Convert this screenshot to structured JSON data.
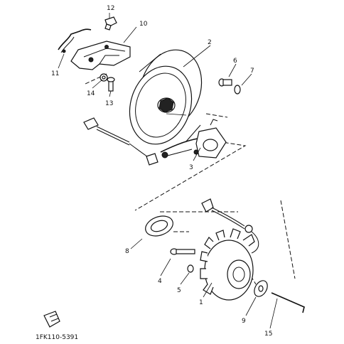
{
  "callouts": [
    "1",
    "2",
    "3",
    "4",
    "5",
    "6",
    "7",
    "8",
    "9",
    "10",
    "11",
    "12",
    "13",
    "14",
    "15"
  ],
  "diagram_code": "1FK110-5391"
}
